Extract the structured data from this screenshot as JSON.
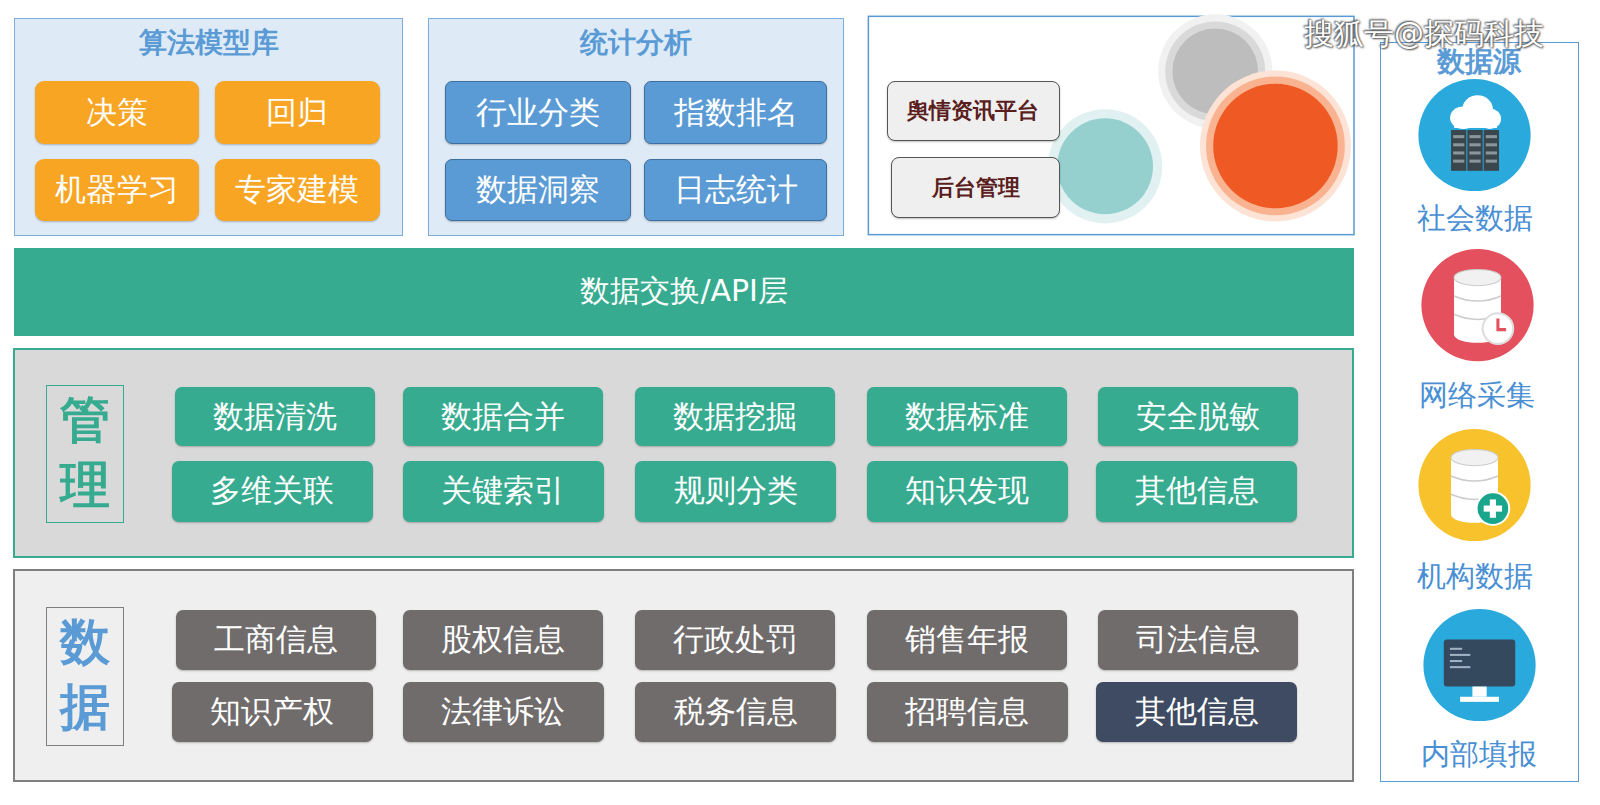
{
  "diagram": {
    "nodes": [
      {
        "text": [
          "算法模型库"
        ]
      },
      {
        "text": [
          "决策"
        ],
        "in": 0
      },
      {
        "text": [
          "回归"
        ],
        "in": 0
      },
      {
        "text": [
          "机器学习"
        ],
        "in": 0
      },
      {
        "text": [
          "专家建模"
        ],
        "in": 0
      },
      {
        "text": [
          "统计分析"
        ]
      },
      {
        "text": [
          "行业分类"
        ],
        "in": 5
      },
      {
        "text": [
          "指数排名"
        ],
        "in": 5
      },
      {
        "text": [
          "数据洞察"
        ],
        "in": 5
      },
      {
        "text": [
          "日志统计"
        ],
        "in": 5
      },
      {
        "text": [
          "舆情资讯平台"
        ]
      },
      {
        "text": [
          "后台管理"
        ]
      },
      {
        "text": [
          "数据源"
        ]
      },
      {
        "text": [
          "社会数据"
        ],
        "in": 12
      },
      {
        "text": [
          "网络采集"
        ],
        "in": 12
      },
      {
        "text": [
          "机构数据"
        ],
        "in": 12
      },
      {
        "text": [
          "内部填报"
        ],
        "in": 12
      },
      {
        "text": [
          "数据交换/API层"
        ]
      },
      {
        "text": [
          "管理"
        ]
      },
      {
        "text": [
          "数据清洗"
        ],
        "in": 18
      },
      {
        "text": [
          "数据合并"
        ],
        "in": 18
      },
      {
        "text": [
          "数据挖掘"
        ],
        "in": 18
      },
      {
        "text": [
          "数据标准"
        ],
        "in": 18
      },
      {
        "text": [
          "安全脱敏"
        ],
        "in": 18
      },
      {
        "text": [
          "多维关联"
        ],
        "in": 18
      },
      {
        "text": [
          "关键索引"
        ],
        "in": 18
      },
      {
        "text": [
          "规则分类"
        ],
        "in": 18
      },
      {
        "text": [
          "知识发现"
        ],
        "in": 18
      },
      {
        "text": [
          "其他信息"
        ],
        "in": 18
      },
      {
        "text": [
          "数据"
        ]
      },
      {
        "text": [
          "工商信息"
        ],
        "in": 29
      },
      {
        "text": [
          "股权信息"
        ],
        "in": 29
      },
      {
        "text": [
          "行政处罚"
        ],
        "in": 29
      },
      {
        "text": [
          "销售年报"
        ],
        "in": 29
      },
      {
        "text": [
          "司法信息"
        ],
        "in": 29
      },
      {
        "text": [
          "知识产权"
        ],
        "in": 29
      },
      {
        "text": [
          "法律诉讼"
        ],
        "in": 29
      },
      {
        "text": [
          "税务信息"
        ],
        "in": 29
      },
      {
        "text": [
          "招聘信息"
        ],
        "in": 29
      },
      {
        "text": [
          "其他信息"
        ],
        "in": 29
      }
    ],
    "labels": [
      "搜狐号@探码科技"
    ]
  }
}
